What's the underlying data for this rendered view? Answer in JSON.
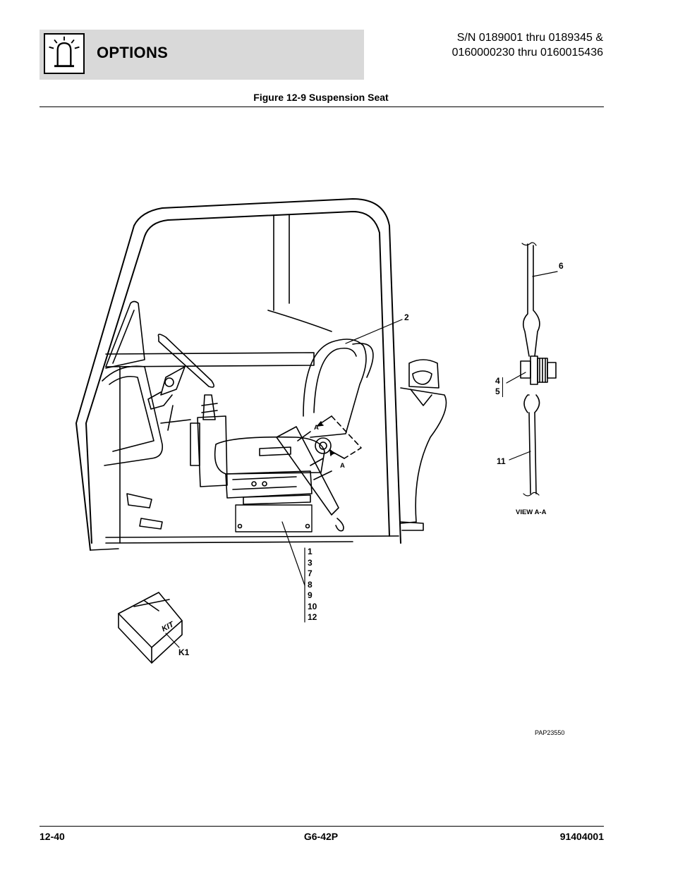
{
  "header": {
    "section_title": "OPTIONS",
    "icon": "beacon-light-icon",
    "serial_line1": "S/N 0189001 thru 0189345 &",
    "serial_line2": "0160000230 thru 0160015436"
  },
  "figure": {
    "title": "Figure 12-9 Suspension Seat",
    "callouts": {
      "c2": "2",
      "c6": "6",
      "c4": "4",
      "c5": "5",
      "c11": "11",
      "k1": "K1",
      "stack": [
        "1",
        "3",
        "7",
        "8",
        "9",
        "10",
        "12"
      ]
    },
    "section_marker": "A",
    "view_label": "VIEW A-A",
    "kit_label": "KIT",
    "reference_code": "PAP23550"
  },
  "footer": {
    "page_number": "12-40",
    "model": "G6-42P",
    "doc_number": "91404001"
  }
}
